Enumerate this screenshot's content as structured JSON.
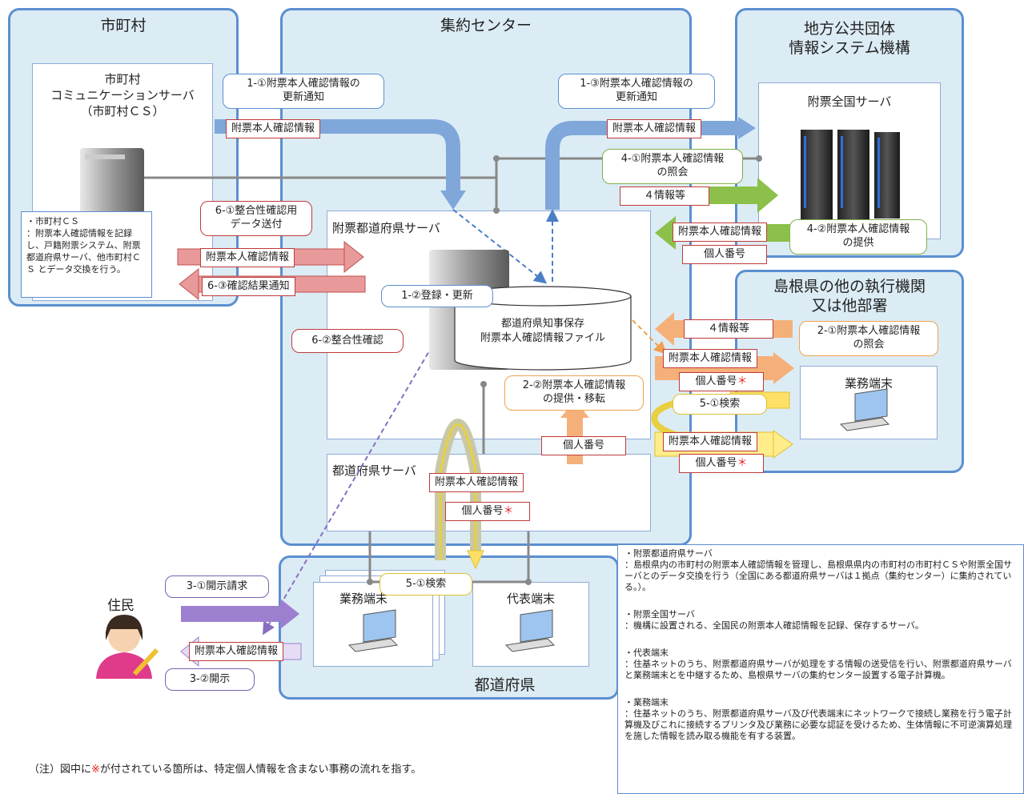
{
  "regions": {
    "municipality": "市町村",
    "center": "集約センター",
    "jlis": [
      "地方公共団体",
      "情報システム機構"
    ],
    "other_org": [
      "島根県の他の執行機関",
      "又は他部署"
    ],
    "prefecture": "都道府県"
  },
  "servers": {
    "municipal_cs": [
      "市町村",
      "コミュニケーションサーバ",
      "（市町村ＣＳ）"
    ],
    "national": "附票全国サーバ",
    "pref_furyo": "附票都道府県サーバ",
    "pref": "都道府県サーバ",
    "db": [
      "都道府県知事保存",
      "附票本人確認情報ファイル"
    ],
    "terminal_other": "業務端末",
    "terminal_pref": "業務端末",
    "rep_terminal": "代表端末"
  },
  "notes": {
    "municipal_cs": [
      "・市町村ＣＳ",
      "：附票本人確認情報を記録し、戸籍附票システム、附票都道府県サーバ、他市町村ＣＳ とデータ交換を行う。"
    ],
    "legend": [
      {
        "title": "・附票都道府県サーバ",
        "body": "：島根県内の市町村の附票本人確認情報を管理し、島根県県内の市町村の市町村ＣＳや附票全国サーバとのデータ交換を行う（全国にある都道府県サーバは１拠点（集約センター）に集約されている。）。"
      },
      {
        "title": "・附票全国サーバ",
        "body": "：機構に設置される、全国民の附票本人確認情報を記録、保存するサーバ。"
      },
      {
        "title": "・代表端末",
        "body": "：住基ネットのうち、附票都道府県サーバが処理をする情報の送受信を行い、附票都道府県サーバと業務端末とを中継するため、島根県サーバの集約センター設置する電子計算機。"
      },
      {
        "title": "・業務端末",
        "body": "：住基ネットのうち、附票都道府県サーバ及び代表端末にネットワークで接続し業務を行う電子計算機及びこれに接続するプリンタ及び業務に必要な認証を受けるため、生体情報に不可逆演算処理を施した情報を読み取る機能を有する装置。"
      }
    ]
  },
  "callouts": {
    "c1_1": [
      "1-①附票本人確認情報の",
      "更新通知"
    ],
    "c1_3": [
      "1-③附票本人確認情報の",
      "更新通知"
    ],
    "c1_2": "1-②登録・更新",
    "c4_1": [
      "4-①附票本人確認情報",
      "の照会"
    ],
    "c4_2": [
      "4-②附票本人確認情報",
      "の提供"
    ],
    "c6_1": [
      "6-①整合性確認用",
      "データ送付"
    ],
    "c6_2": "6-②整合性確認",
    "c2_1": [
      "2-①附票本人確認情報",
      "の照会"
    ],
    "c2_2": [
      "2-②附票本人確認情報",
      "の提供・移転"
    ],
    "c5_1a": "5-①検索",
    "c5_1b": "5-①検索",
    "c3_1": "3-①開示請求",
    "c3_2": "3-②開示"
  },
  "labels": {
    "info": "附票本人確認情報",
    "mynumber": "個人番号",
    "info4": "４情報等",
    "flow6_3": "6-③確認結果通知",
    "asterisk": "＊"
  },
  "resident": "住民",
  "footnote": {
    "before": "（注）図中に",
    "mark": "※",
    "after": "が付されている箇所は、特定個人情報を含まない事務の流れを指す。"
  },
  "colors": {
    "region_fill": "#dcecf5",
    "region_border": "#5b8fd0",
    "red_border": "#c03a3a",
    "green": "#8cc04a",
    "orange": "#f5a868",
    "purple": "#9d7fd0",
    "yellow": "#ffe066",
    "blue_arrow": "#7fa7da"
  }
}
